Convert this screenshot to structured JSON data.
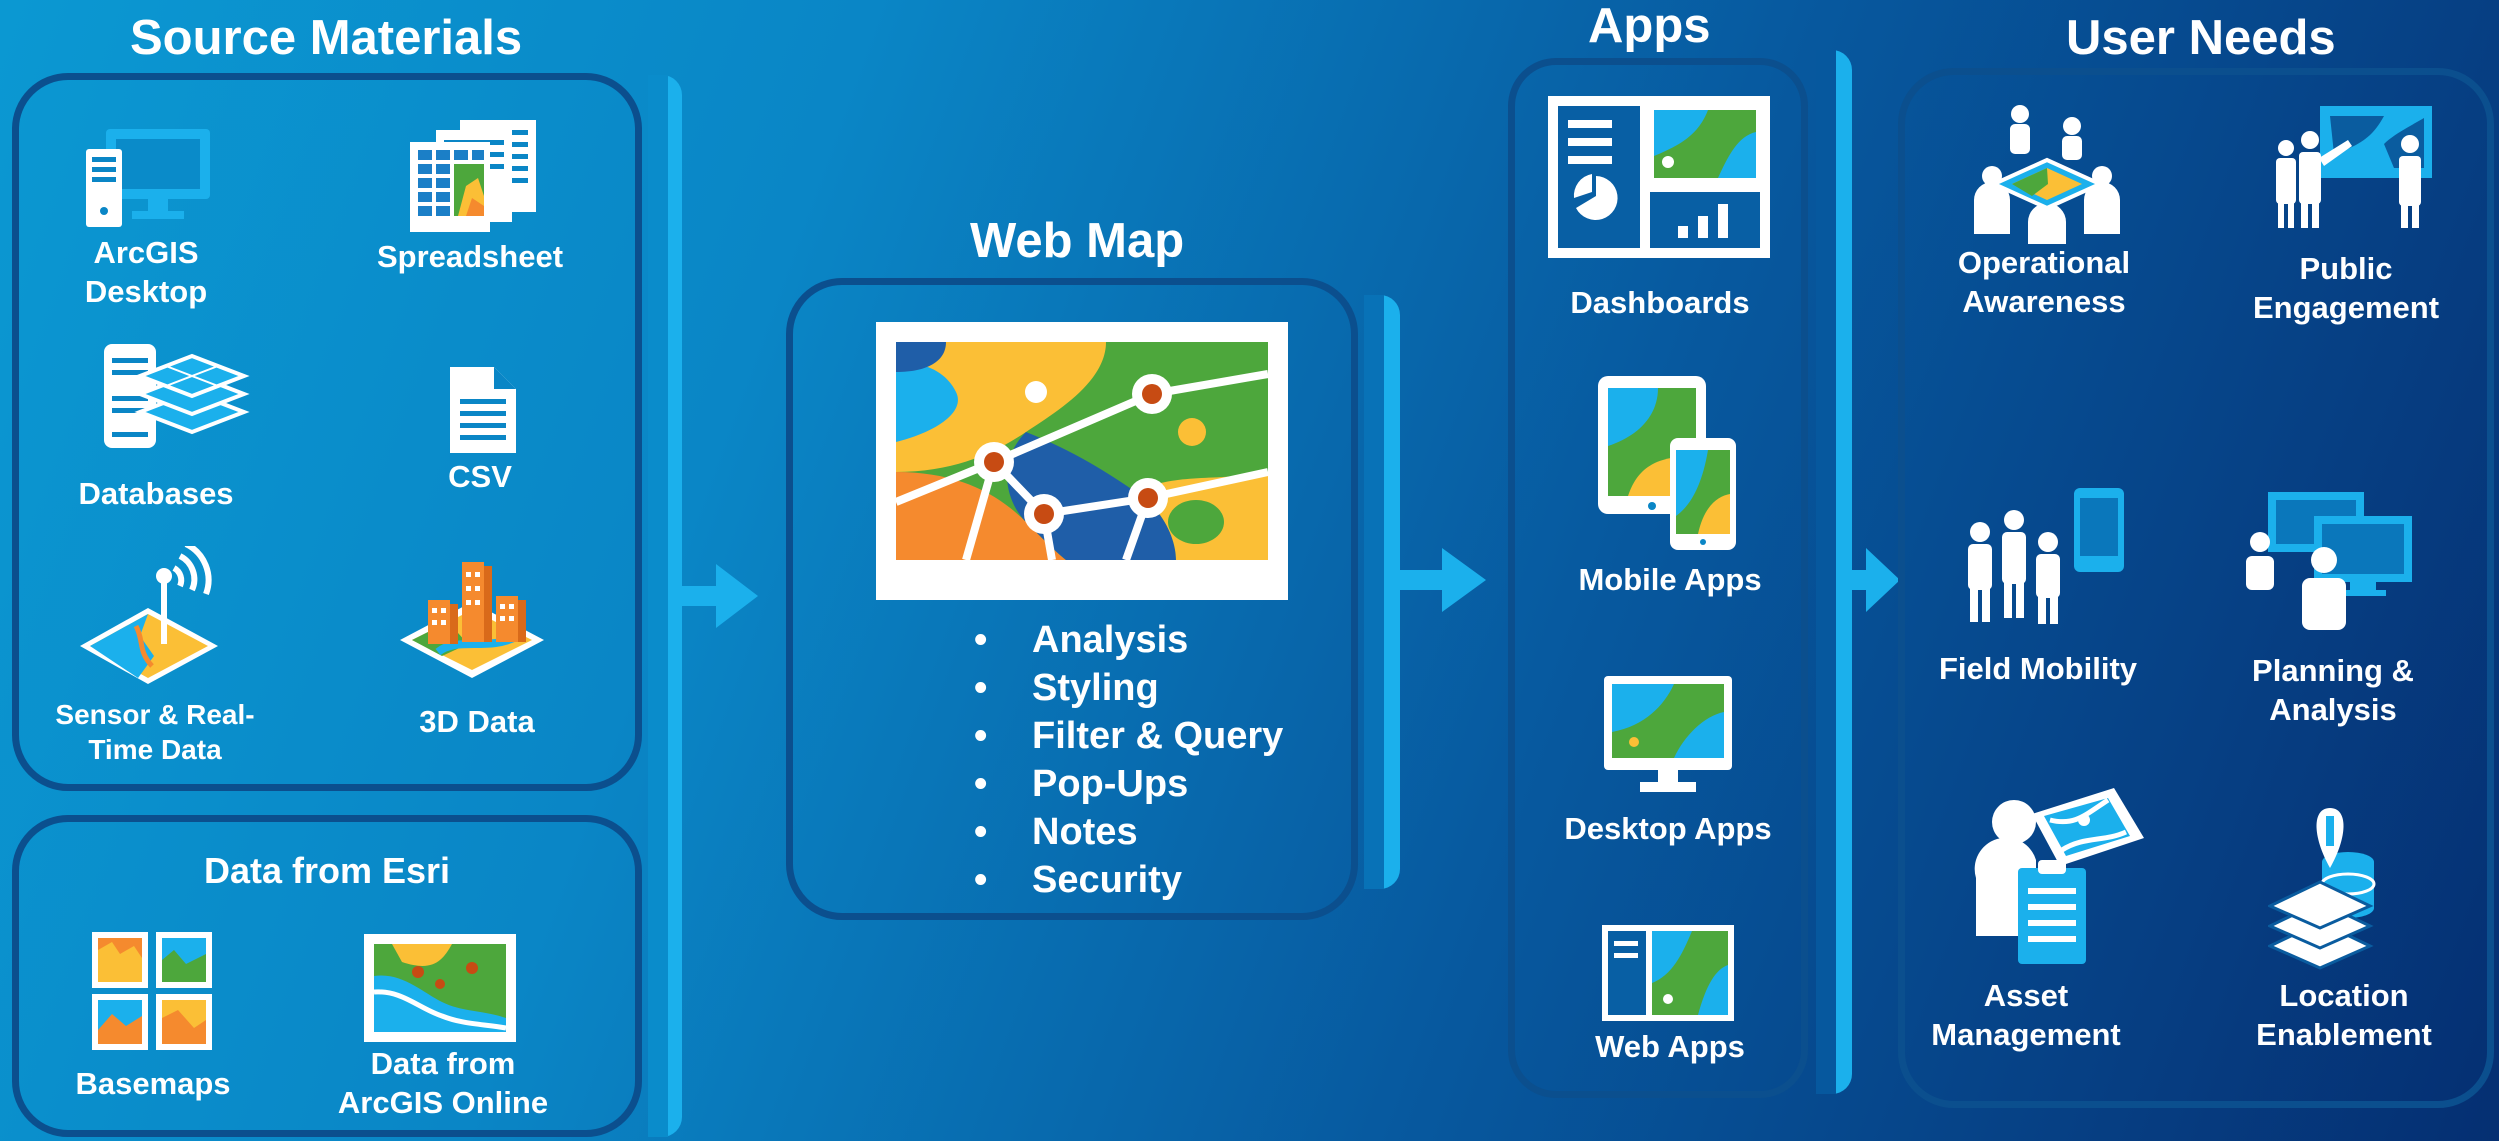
{
  "titles": {
    "source_materials": "Source Materials",
    "web_map": "Web Map",
    "apps": "Apps",
    "user_needs": "User Needs",
    "data_from_esri": "Data from Esri"
  },
  "source_items": {
    "arcgis_desktop": "ArcGIS\nDesktop",
    "spreadsheet": "Spreadsheet",
    "databases": "Databases",
    "csv": "CSV",
    "sensor": "Sensor & Real-\nTime Data",
    "data3d": "3D Data"
  },
  "esri_items": {
    "basemaps": "Basemaps",
    "arcgis_online": "Data from\nArcGIS Online"
  },
  "web_map_features": [
    "Analysis",
    "Styling",
    "Filter & Query",
    "Pop-Ups",
    "Notes",
    "Security"
  ],
  "apps": {
    "dashboards": "Dashboards",
    "mobile": "Mobile Apps",
    "desktop": "Desktop Apps",
    "web": "Web Apps"
  },
  "user_needs": {
    "operational": "Operational\nAwareness",
    "public": "Public\nEngagement",
    "field": "Field Mobility",
    "planning": "Planning &\nAnalysis",
    "asset": "Asset\nManagement",
    "location": "Location\nEnablement"
  },
  "colors": {
    "accent": "#1bb0ec",
    "panel_border": "#0b4f8e",
    "map_green": "#4da73c",
    "map_yellow": "#fbbf36",
    "map_orange": "#f58a2e",
    "map_blue": "#1f5ea8"
  }
}
